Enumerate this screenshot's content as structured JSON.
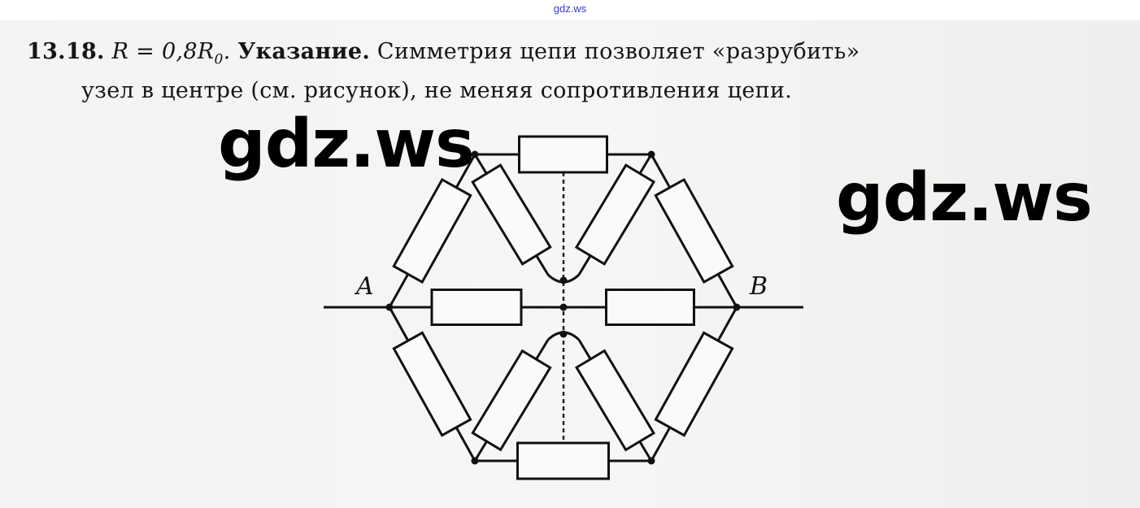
{
  "header": {
    "site_link": "gdz.ws"
  },
  "text": {
    "number": "13.18.",
    "formula": "R = 0,8R",
    "formula_sub": "0",
    "formula_end": ".",
    "hint_label": "Указание.",
    "line1_rest": " Симметрия цепи позволяет «разрубить»",
    "line2": "узел в центре (см. рисунок), не меняя сопротивления цепи."
  },
  "diagram": {
    "label_a": "A",
    "label_b": "B"
  },
  "watermarks": [
    "gdz.ws",
    "gdz.ws"
  ]
}
